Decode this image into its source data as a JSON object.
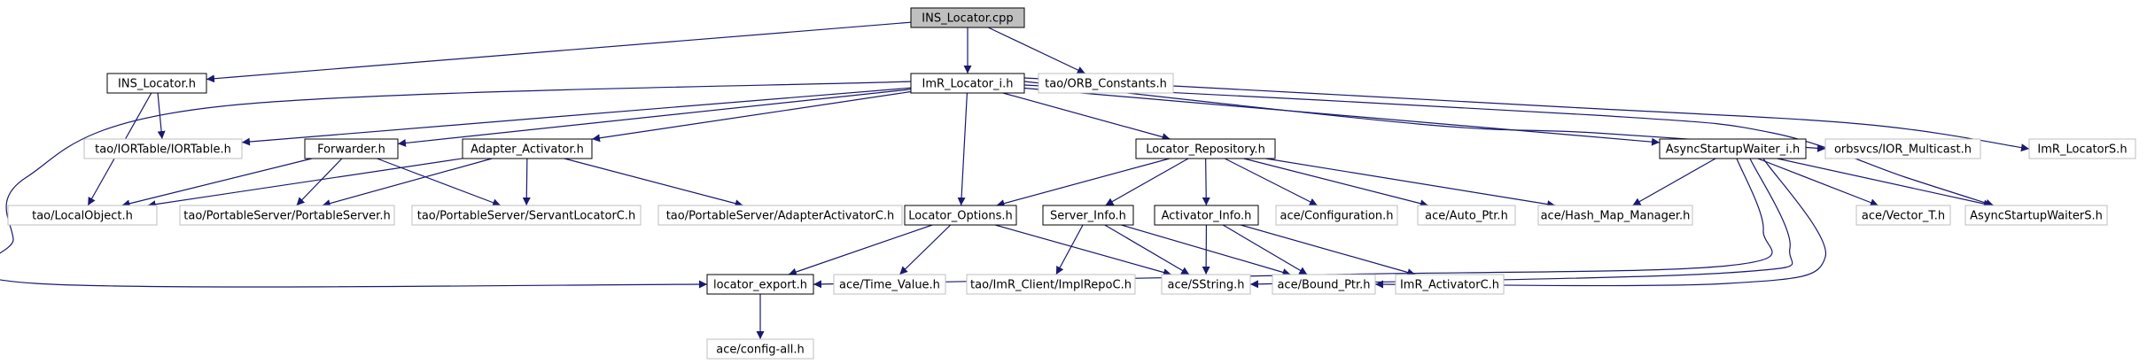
{
  "diagram": {
    "nodes": [
      {
        "id": "ins_locator_cpp",
        "label": "INS_Locator.cpp",
        "style": "root"
      },
      {
        "id": "ins_locator_h",
        "label": "INS_Locator.h",
        "style": "documented"
      },
      {
        "id": "imr_locator_i_h",
        "label": "ImR_Locator_i.h",
        "style": "documented"
      },
      {
        "id": "orb_constants_h",
        "label": "tao/ORB_Constants.h",
        "style": "external"
      },
      {
        "id": "iortable_h",
        "label": "tao/IORTable/IORTable.h",
        "style": "external"
      },
      {
        "id": "forwarder_h",
        "label": "Forwarder.h",
        "style": "documented"
      },
      {
        "id": "adapter_activator_h",
        "label": "Adapter_Activator.h",
        "style": "documented"
      },
      {
        "id": "locator_repository_h",
        "label": "Locator_Repository.h",
        "style": "documented"
      },
      {
        "id": "asyncstartupwaiter_i_h",
        "label": "AsyncStartupWaiter_i.h",
        "style": "documented"
      },
      {
        "id": "ior_multicast_h",
        "label": "orbsvcs/IOR_Multicast.h",
        "style": "external"
      },
      {
        "id": "imr_locators_h",
        "label": "ImR_LocatorS.h",
        "style": "external"
      },
      {
        "id": "localobject_h",
        "label": "tao/LocalObject.h",
        "style": "external"
      },
      {
        "id": "portableserver_h",
        "label": "tao/PortableServer/PortableServer.h",
        "style": "external"
      },
      {
        "id": "servantlocatorc_h",
        "label": "tao/PortableServer/ServantLocatorC.h",
        "style": "external"
      },
      {
        "id": "adapteractivatorc_h",
        "label": "tao/PortableServer/AdapterActivatorC.h",
        "style": "external"
      },
      {
        "id": "locator_options_h",
        "label": "Locator_Options.h",
        "style": "documented"
      },
      {
        "id": "server_info_h",
        "label": "Server_Info.h",
        "style": "documented"
      },
      {
        "id": "activator_info_h",
        "label": "Activator_Info.h",
        "style": "documented"
      },
      {
        "id": "configuration_h",
        "label": "ace/Configuration.h",
        "style": "external"
      },
      {
        "id": "auto_ptr_h",
        "label": "ace/Auto_Ptr.h",
        "style": "external"
      },
      {
        "id": "hash_map_manager_h",
        "label": "ace/Hash_Map_Manager.h",
        "style": "external"
      },
      {
        "id": "vector_t_h",
        "label": "ace/Vector_T.h",
        "style": "external"
      },
      {
        "id": "asyncstartupwaiters_h",
        "label": "AsyncStartupWaiterS.h",
        "style": "external"
      },
      {
        "id": "locator_export_h",
        "label": "locator_export.h",
        "style": "documented"
      },
      {
        "id": "time_value_h",
        "label": "ace/Time_Value.h",
        "style": "external"
      },
      {
        "id": "implrepoc_h",
        "label": "tao/ImR_Client/ImplRepoC.h",
        "style": "external"
      },
      {
        "id": "sstring_h",
        "label": "ace/SString.h",
        "style": "external"
      },
      {
        "id": "bound_ptr_h",
        "label": "ace/Bound_Ptr.h",
        "style": "external"
      },
      {
        "id": "imr_activatorc_h",
        "label": "ImR_ActivatorC.h",
        "style": "external"
      },
      {
        "id": "config_all_h",
        "label": "ace/config-all.h",
        "style": "external"
      }
    ],
    "edges": [
      [
        "ins_locator_cpp",
        "ins_locator_h"
      ],
      [
        "ins_locator_cpp",
        "imr_locator_i_h"
      ],
      [
        "ins_locator_cpp",
        "orb_constants_h"
      ],
      [
        "ins_locator_h",
        "iortable_h"
      ],
      [
        "ins_locator_h",
        "localobject_h"
      ],
      [
        "imr_locator_i_h",
        "iortable_h"
      ],
      [
        "imr_locator_i_h",
        "forwarder_h"
      ],
      [
        "imr_locator_i_h",
        "adapter_activator_h"
      ],
      [
        "imr_locator_i_h",
        "locator_repository_h"
      ],
      [
        "imr_locator_i_h",
        "asyncstartupwaiter_i_h"
      ],
      [
        "imr_locator_i_h",
        "ior_multicast_h"
      ],
      [
        "imr_locator_i_h",
        "imr_locators_h"
      ],
      [
        "imr_locator_i_h",
        "locator_options_h"
      ],
      [
        "imr_locator_i_h",
        "locator_export_h"
      ],
      [
        "imr_locator_i_h",
        "asyncstartupwaiters_h"
      ],
      [
        "forwarder_h",
        "localobject_h"
      ],
      [
        "forwarder_h",
        "portableserver_h"
      ],
      [
        "forwarder_h",
        "servantlocatorc_h"
      ],
      [
        "adapter_activator_h",
        "localobject_h"
      ],
      [
        "adapter_activator_h",
        "portableserver_h"
      ],
      [
        "adapter_activator_h",
        "servantlocatorc_h"
      ],
      [
        "adapter_activator_h",
        "adapteractivatorc_h"
      ],
      [
        "locator_repository_h",
        "locator_options_h"
      ],
      [
        "locator_repository_h",
        "server_info_h"
      ],
      [
        "locator_repository_h",
        "activator_info_h"
      ],
      [
        "locator_repository_h",
        "configuration_h"
      ],
      [
        "locator_repository_h",
        "auto_ptr_h"
      ],
      [
        "locator_repository_h",
        "hash_map_manager_h"
      ],
      [
        "asyncstartupwaiter_i_h",
        "hash_map_manager_h"
      ],
      [
        "asyncstartupwaiter_i_h",
        "vector_t_h"
      ],
      [
        "asyncstartupwaiter_i_h",
        "asyncstartupwaiters_h"
      ],
      [
        "asyncstartupwaiter_i_h",
        "locator_export_h"
      ],
      [
        "asyncstartupwaiter_i_h",
        "sstring_h"
      ],
      [
        "asyncstartupwaiter_i_h",
        "bound_ptr_h"
      ],
      [
        "locator_options_h",
        "locator_export_h"
      ],
      [
        "locator_options_h",
        "time_value_h"
      ],
      [
        "locator_options_h",
        "sstring_h"
      ],
      [
        "server_info_h",
        "implrepoc_h"
      ],
      [
        "server_info_h",
        "sstring_h"
      ],
      [
        "server_info_h",
        "bound_ptr_h"
      ],
      [
        "activator_info_h",
        "sstring_h"
      ],
      [
        "activator_info_h",
        "bound_ptr_h"
      ],
      [
        "activator_info_h",
        "imr_activatorc_h"
      ],
      [
        "locator_export_h",
        "config_all_h"
      ]
    ]
  },
  "colors": {
    "root_fill": "#bfbfbf",
    "documented_border": "#000000",
    "external_border": "#bfbfbf",
    "edge": "#191970"
  }
}
